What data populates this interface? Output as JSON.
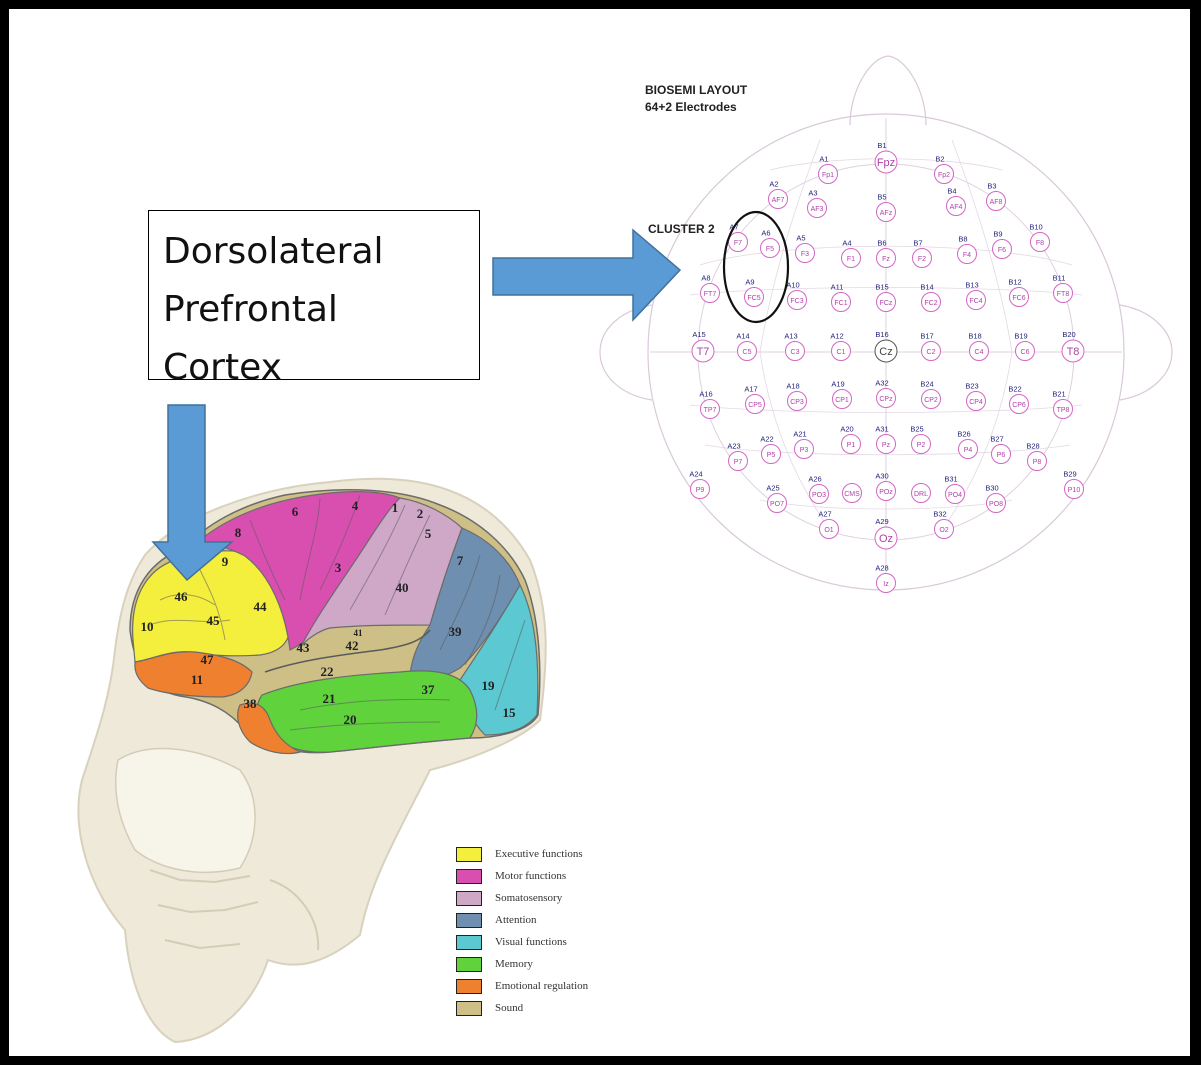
{
  "callout": {
    "lines": [
      "Dorsolateral",
      "Prefrontal",
      "Cortex"
    ]
  },
  "eeg": {
    "title": "BIOSEMI LAYOUT",
    "subtitle": "64+2 Electrodes",
    "cluster_label": "CLUSTER 2",
    "electrodes": [
      {
        "id": "A1",
        "name": "Fp1"
      },
      {
        "id": "B1",
        "name": "Fpz"
      },
      {
        "id": "B2",
        "name": "Fp2"
      },
      {
        "id": "A2",
        "name": "AF7"
      },
      {
        "id": "A3",
        "name": "AF3"
      },
      {
        "id": "B5",
        "name": "AFz"
      },
      {
        "id": "B4",
        "name": "AF4"
      },
      {
        "id": "B3",
        "name": "AF8"
      },
      {
        "id": "A7",
        "name": "F7"
      },
      {
        "id": "A6",
        "name": "F5"
      },
      {
        "id": "A5",
        "name": "F3"
      },
      {
        "id": "A4",
        "name": "F1"
      },
      {
        "id": "B6",
        "name": "Fz"
      },
      {
        "id": "B7",
        "name": "F2"
      },
      {
        "id": "B8",
        "name": "F4"
      },
      {
        "id": "B9",
        "name": "F6"
      },
      {
        "id": "B10",
        "name": "F8"
      },
      {
        "id": "A8",
        "name": "FT7"
      },
      {
        "id": "A9",
        "name": "FC5"
      },
      {
        "id": "A10",
        "name": "FC3"
      },
      {
        "id": "A11",
        "name": "FC1"
      },
      {
        "id": "B15",
        "name": "FCz"
      },
      {
        "id": "B14",
        "name": "FC2"
      },
      {
        "id": "B13",
        "name": "FC4"
      },
      {
        "id": "B12",
        "name": "FC6"
      },
      {
        "id": "B11",
        "name": "FT8"
      },
      {
        "id": "A15",
        "name": "T7"
      },
      {
        "id": "A14",
        "name": "C5"
      },
      {
        "id": "A13",
        "name": "C3"
      },
      {
        "id": "A12",
        "name": "C1"
      },
      {
        "id": "B16",
        "name": "Cz"
      },
      {
        "id": "B17",
        "name": "C2"
      },
      {
        "id": "B18",
        "name": "C4"
      },
      {
        "id": "B19",
        "name": "C6"
      },
      {
        "id": "B20",
        "name": "T8"
      },
      {
        "id": "A16",
        "name": "TP7"
      },
      {
        "id": "A17",
        "name": "CP5"
      },
      {
        "id": "A18",
        "name": "CP3"
      },
      {
        "id": "A19",
        "name": "CP1"
      },
      {
        "id": "A32",
        "name": "CPz"
      },
      {
        "id": "B24",
        "name": "CP2"
      },
      {
        "id": "B23",
        "name": "CP4"
      },
      {
        "id": "B22",
        "name": "CP6"
      },
      {
        "id": "B21",
        "name": "TP8"
      },
      {
        "id": "A23",
        "name": "P7"
      },
      {
        "id": "A22",
        "name": "P5"
      },
      {
        "id": "A21",
        "name": "P3"
      },
      {
        "id": "A20",
        "name": "P1"
      },
      {
        "id": "A31",
        "name": "Pz"
      },
      {
        "id": "B25",
        "name": "P2"
      },
      {
        "id": "B26",
        "name": "P4"
      },
      {
        "id": "B27",
        "name": "P6"
      },
      {
        "id": "B28",
        "name": "P8"
      },
      {
        "id": "A24",
        "name": "P9"
      },
      {
        "id": "A25",
        "name": "PO7"
      },
      {
        "id": "A26",
        "name": "PO3"
      },
      {
        "id": "",
        "name": "CMS"
      },
      {
        "id": "A30",
        "name": "POz"
      },
      {
        "id": "",
        "name": "DRL"
      },
      {
        "id": "B31",
        "name": "PO4"
      },
      {
        "id": "B30",
        "name": "PO8"
      },
      {
        "id": "B29",
        "name": "P10"
      },
      {
        "id": "A27",
        "name": "O1"
      },
      {
        "id": "A29",
        "name": "Oz"
      },
      {
        "id": "B32",
        "name": "O2"
      },
      {
        "id": "A28",
        "name": "Iz"
      }
    ]
  },
  "brain": {
    "areas": [
      {
        "label": "1"
      },
      {
        "label": "2"
      },
      {
        "label": "3"
      },
      {
        "label": "4"
      },
      {
        "label": "5"
      },
      {
        "label": "6"
      },
      {
        "label": "7"
      },
      {
        "label": "8"
      },
      {
        "label": "9"
      },
      {
        "label": "10"
      },
      {
        "label": "11"
      },
      {
        "label": "15"
      },
      {
        "label": "19"
      },
      {
        "label": "20"
      },
      {
        "label": "21"
      },
      {
        "label": "22"
      },
      {
        "label": "37"
      },
      {
        "label": "38"
      },
      {
        "label": "39"
      },
      {
        "label": "40"
      },
      {
        "label": "41"
      },
      {
        "label": "42"
      },
      {
        "label": "43"
      },
      {
        "label": "44"
      },
      {
        "label": "45"
      },
      {
        "label": "46"
      },
      {
        "label": "47"
      }
    ],
    "legend": [
      {
        "label": "Executive functions",
        "color": "#f4ee3c"
      },
      {
        "label": "Motor functions",
        "color": "#d94fb0"
      },
      {
        "label": "Somatosensory",
        "color": "#cfa8c8"
      },
      {
        "label": "Attention",
        "color": "#6f8fb0"
      },
      {
        "label": "Visual functions",
        "color": "#5cc8d2"
      },
      {
        "label": "Memory",
        "color": "#5fd23c"
      },
      {
        "label": "Emotional regulation",
        "color": "#ee8030"
      },
      {
        "label": "Sound",
        "color": "#cdbf86"
      }
    ]
  },
  "colors": {
    "arrow": "#5b9bd5",
    "arrow_stroke": "#41719c",
    "electrode_ring": "#d466c4",
    "electrode_text": "#b040a8",
    "electrode_id": "#1f1f7a"
  }
}
